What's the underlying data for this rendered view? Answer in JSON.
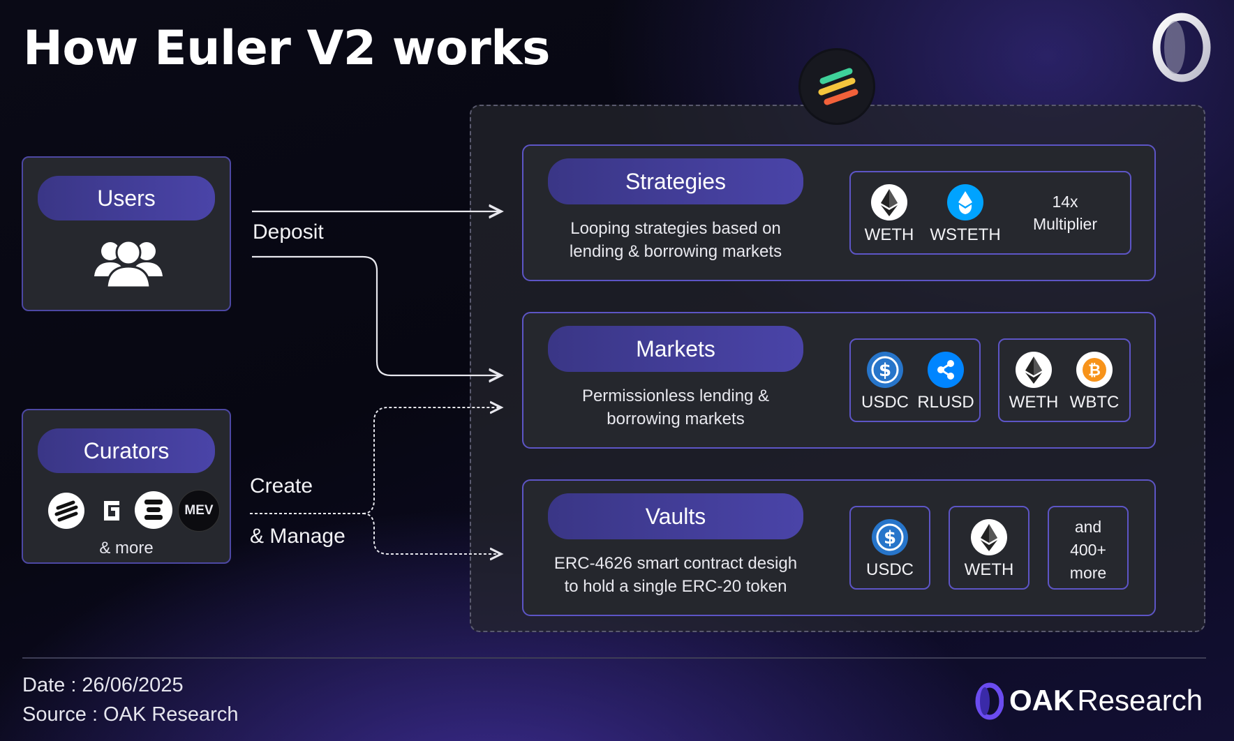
{
  "title": "How Euler V2 works",
  "users": {
    "label": "Users",
    "icon": "users-group-icon"
  },
  "curators": {
    "label": "Curators",
    "more": "& more",
    "logos": [
      "euler-logo-icon",
      "gauntlet-logo-icon",
      "stack-logo-icon",
      "mev-capital-logo"
    ],
    "mev_text": "MEV"
  },
  "flows": {
    "deposit": "Deposit",
    "create": "Create",
    "manage": "& Manage"
  },
  "strategies": {
    "label": "Strategies",
    "desc_line1": "Looping strategies based on",
    "desc_line2": "lending & borrowing markets",
    "tokens": [
      "WETH",
      "WSTETH"
    ],
    "multiplier_line1": "14x",
    "multiplier_line2": "Multiplier"
  },
  "markets": {
    "label": "Markets",
    "desc_line1": "Permissionless lending &",
    "desc_line2": "borrowing markets",
    "group1": [
      "USDC",
      "RLUSD"
    ],
    "group2": [
      "WETH",
      "WBTC"
    ]
  },
  "vaults": {
    "label": "Vaults",
    "desc_line1": "ERC-4626 smart contract desigh",
    "desc_line2": "to hold a single ERC-20 token",
    "tokens": [
      "USDC",
      "WETH"
    ],
    "more_line1": "and",
    "more_line2": "400+",
    "more_line3": "more"
  },
  "footer": {
    "date": "Date : 26/06/2025",
    "source": "Source : OAK Research",
    "brand_bold": "OAK",
    "brand_light": "Research"
  },
  "colors": {
    "accent": "#5d55c6",
    "pill": "#4a44a8",
    "usdc": "#2775ca",
    "wsteth": "#00a3ff",
    "rlusd": "#0085ff",
    "wbtc": "#f7931a"
  }
}
